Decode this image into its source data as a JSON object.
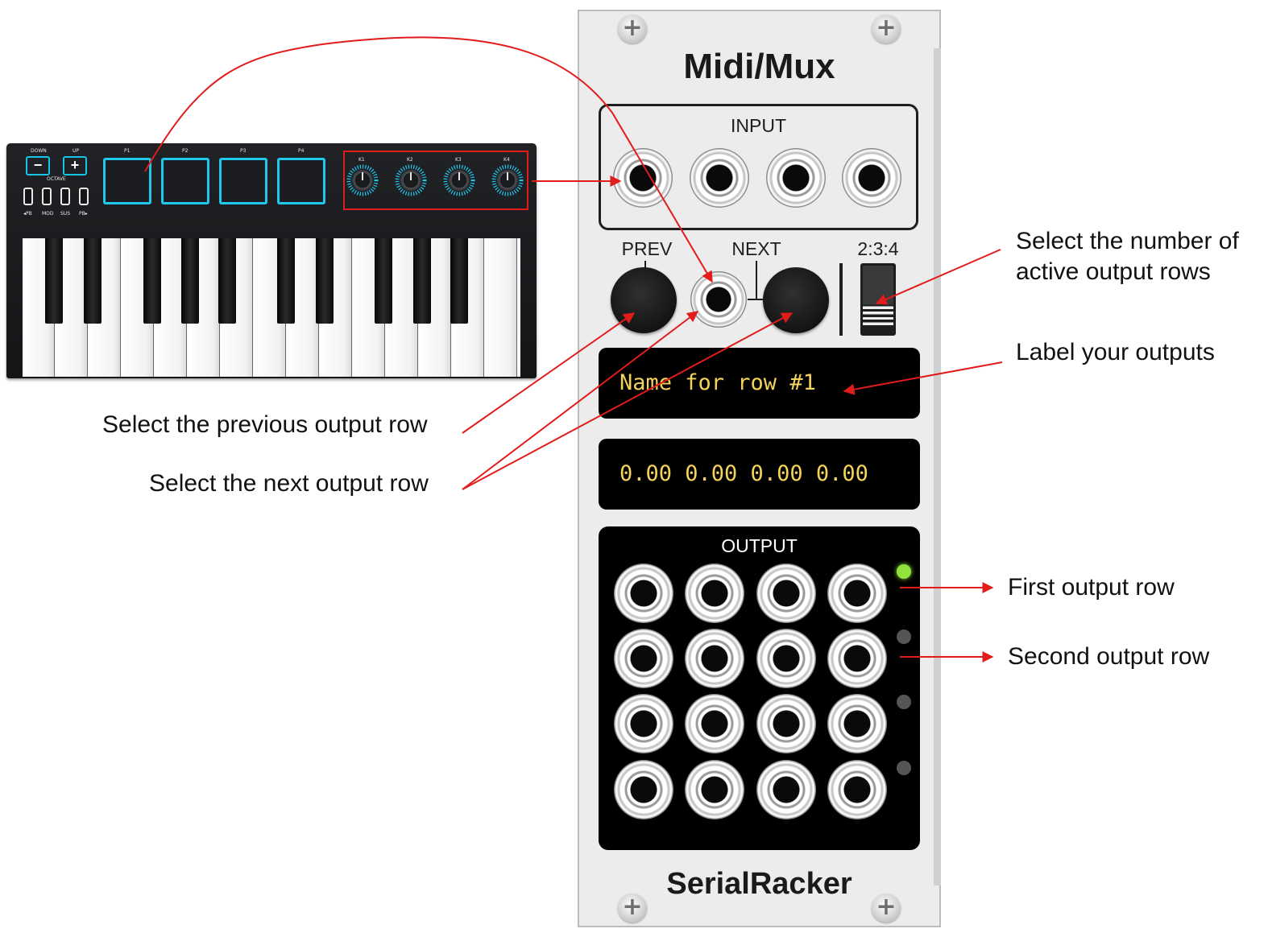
{
  "keyboard": {
    "octave": {
      "down_label": "DOWN",
      "up_label": "UP",
      "minus_glyph": "−",
      "plus_glyph": "+",
      "octave_label": "OCTAVE"
    },
    "wheel_labels": [
      "◂PB",
      "MOD",
      "SUS",
      "PB▸"
    ],
    "pads": [
      "P1",
      "P2",
      "P3",
      "P4"
    ],
    "knobs": [
      "K1",
      "K2",
      "K3",
      "K4"
    ]
  },
  "module": {
    "title": "Midi/Mux",
    "brand": "SerialRacker",
    "input_label": "INPUT",
    "prev_label": "PREV",
    "next_label": "NEXT",
    "switch_label": "2:3:4",
    "name_display": "Name for row #1",
    "value_display": "0.00 0.00 0.00 0.00",
    "output_label": "OUTPUT",
    "row_leds": [
      {
        "row": 1,
        "active": true,
        "color": "#8fe33a"
      },
      {
        "row": 2,
        "active": false,
        "color": "#555555"
      },
      {
        "row": 3,
        "active": false,
        "color": "#555555"
      },
      {
        "row": 4,
        "active": false,
        "color": "#555555"
      }
    ]
  },
  "annotations": {
    "row_count": [
      "Select the number of",
      "active output rows"
    ],
    "label_outputs": "Label your outputs",
    "prev_row": "Select the previous output row",
    "next_row": "Select the next output row",
    "first_row": "First output row",
    "second_row": "Second output row"
  },
  "colors": {
    "annotation": "#e21b1b",
    "pad_accent": "#20c8ec",
    "display_text": "#f4d35a"
  }
}
